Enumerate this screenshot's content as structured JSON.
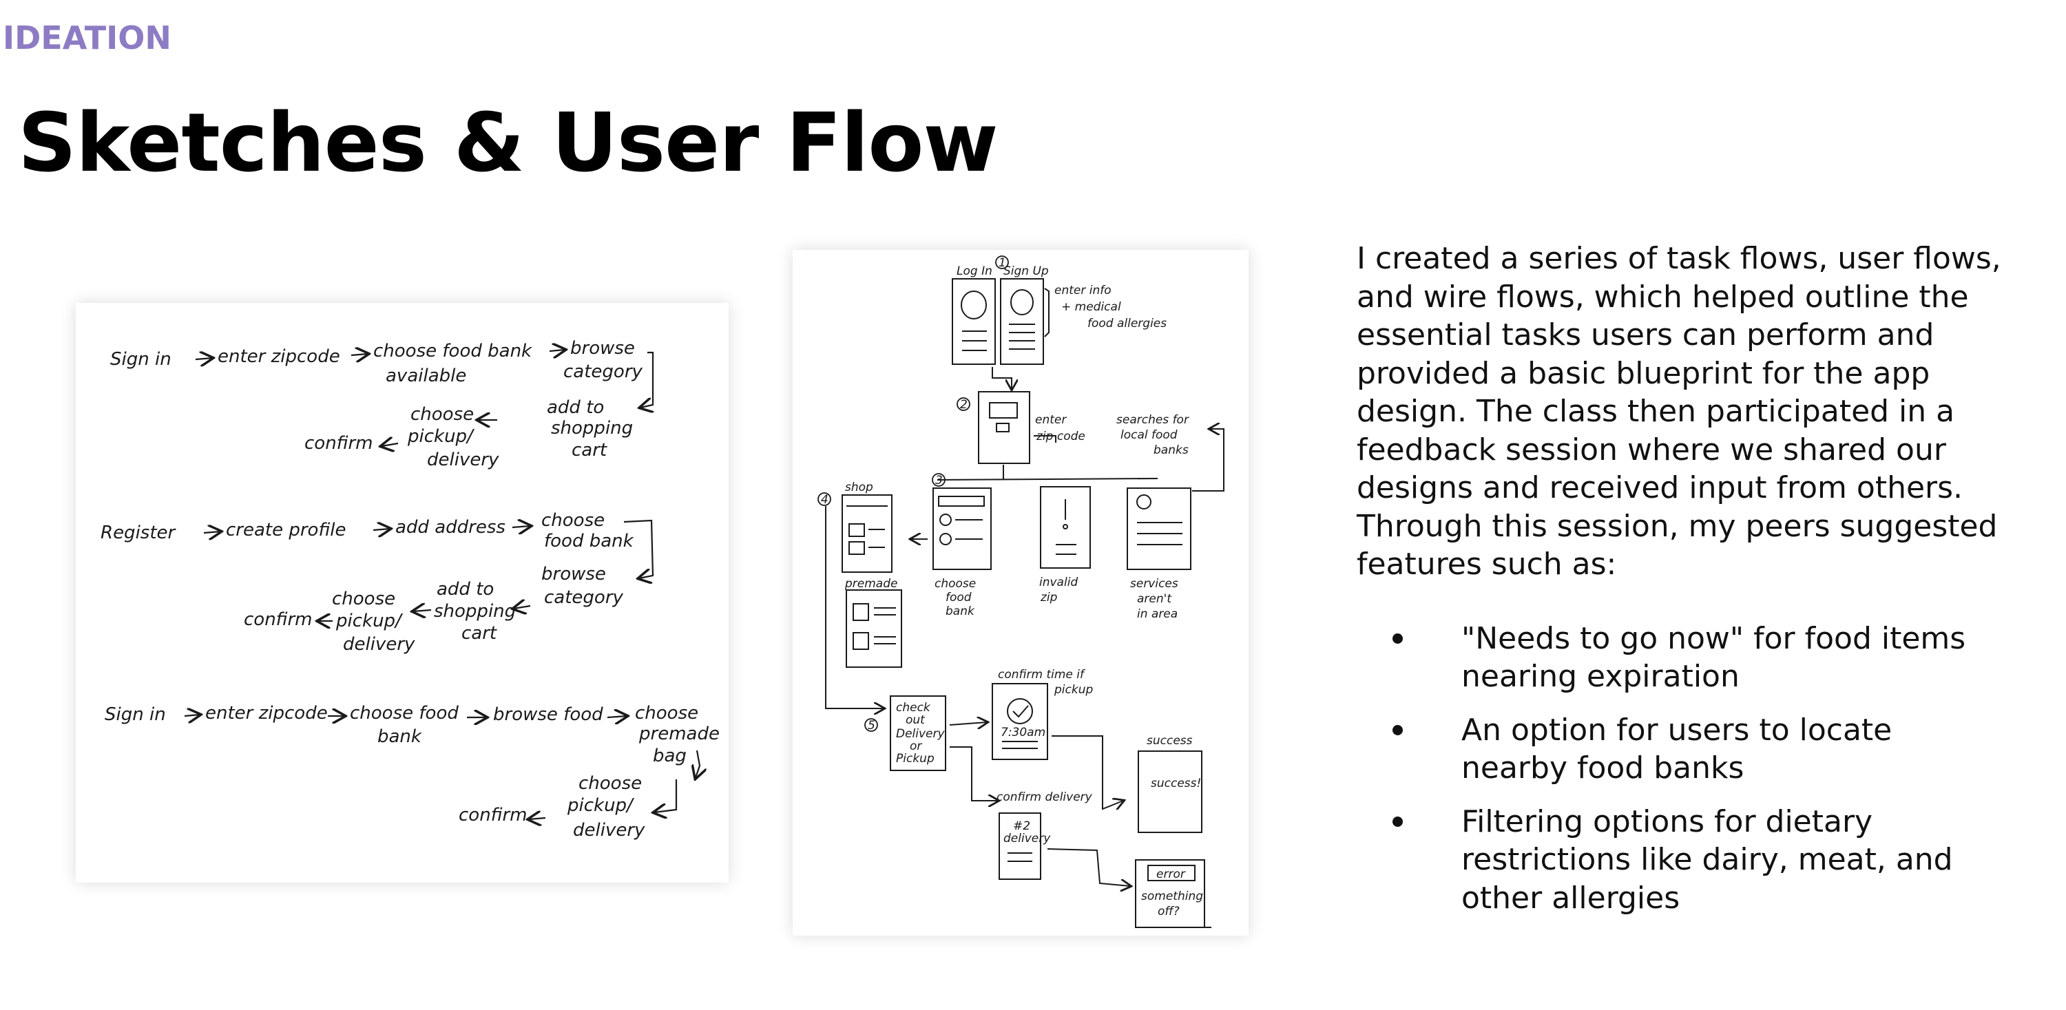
{
  "eyebrow": "IDEATION",
  "title": "Sketches & User Flow",
  "left_sketch": {
    "flows": [
      {
        "main": [
          "Sign in",
          "enter zipcode",
          "choose food bank",
          "browse"
        ],
        "available": "available",
        "category": "category",
        "add_to_cart": [
          "add to",
          "shopping",
          "cart"
        ],
        "choose_pickup": [
          "choose",
          "pickup/",
          "delivery"
        ],
        "confirm": "confirm"
      },
      {
        "main": [
          "Register",
          "create profile",
          "add address",
          "choose"
        ],
        "food_bank": "food bank",
        "browse": [
          "browse",
          "category"
        ],
        "add_to_cart": [
          "add to",
          "shopping",
          "cart"
        ],
        "choose_pickup": [
          "choose",
          "pickup/",
          "delivery"
        ],
        "confirm": "confirm"
      },
      {
        "main": [
          "Sign in",
          "enter zipcode",
          "choose food",
          "browse food",
          "choose"
        ],
        "bank": "bank",
        "premade": [
          "premade",
          "bag"
        ],
        "choose_pickup": [
          "choose",
          "pickup/",
          "delivery"
        ],
        "confirm": "confirm"
      }
    ]
  },
  "right_sketch": {
    "step1": "1",
    "login": "Log In",
    "signup": "Sign Up",
    "enter_info": [
      "enter info",
      "+ medical",
      "food allergies"
    ],
    "step2": "2",
    "enter_zip": [
      "enter",
      "zip code"
    ],
    "searches": [
      "searches for",
      "local food",
      "banks"
    ],
    "step3": "3",
    "choose_food_bank": [
      "choose",
      "food",
      "bank"
    ],
    "invalid_zip": [
      "invalid",
      "zip"
    ],
    "services": [
      "services",
      "aren't",
      "in area"
    ],
    "step4": "4",
    "shop": "shop",
    "premade": "premade",
    "step5": "5",
    "checkout": [
      "check",
      "out",
      "Delivery",
      "or",
      "Pickup"
    ],
    "confirm_time": [
      "confirm time if",
      "pickup"
    ],
    "time_label": "7:30am",
    "confirm_delivery": "confirm delivery",
    "delivery_box": [
      "#2",
      "delivery"
    ],
    "success_label": "success",
    "success_box": "success!",
    "error_box": "error",
    "something_off": [
      "something",
      "off?"
    ]
  },
  "body": {
    "intro": "I created a series of task flows, user flows, and wire flows, which helped outline the essential tasks users can perform and provided a basic blueprint for the app design. The class then participated in a feedback session where we shared our designs and received input from others. Through this session, my peers suggested features such as:",
    "features": [
      "\"Needs to go now\" for food items nearing expiration",
      "An option for users to locate nearby food banks",
      "Filtering options for dietary restrictions like dairy, meat, and other allergies"
    ]
  }
}
